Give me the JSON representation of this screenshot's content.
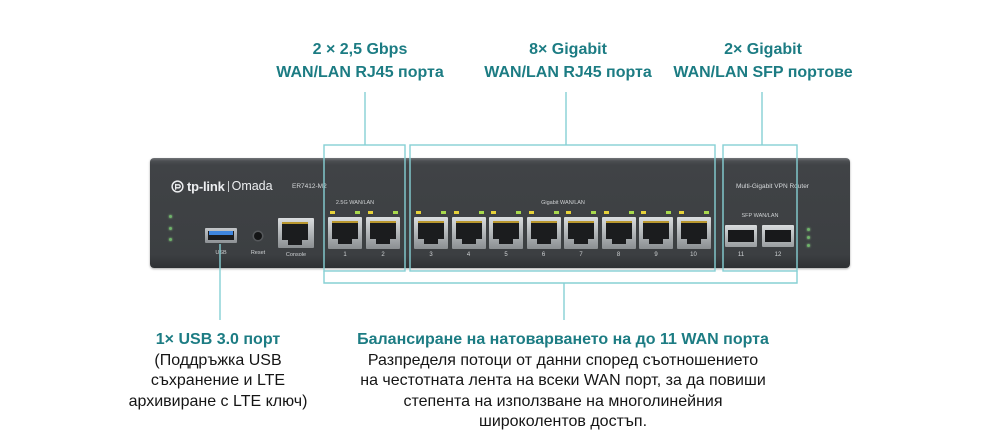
{
  "callouts": {
    "ports_2_5g": {
      "line1": "2 × 2,5 Gbps",
      "line2": "WAN/LAN RJ45 порта"
    },
    "ports_gigabit": {
      "line1": "8× Gigabit",
      "line2": "WAN/LAN RJ45 порта"
    },
    "ports_sfp": {
      "line1": "2× Gigabit",
      "line2": "WAN/LAN SFP портове"
    },
    "usb": {
      "title": "1× USB 3.0 порт",
      "lines": [
        "(Поддръжка USB",
        "съхранение и LTE",
        "архивиране с LTE ключ)"
      ]
    },
    "load_balancing": {
      "title": "Балансиране на натоварването на до 11 WAN порта",
      "lines": [
        "Разпределя потоци от данни според съотношението",
        "на честотната лента на всеки WAN порт, за да повиши",
        "степента на използване на многолинейния",
        "широколентов достъп."
      ]
    }
  },
  "device": {
    "brand": "tp-link",
    "sub_brand": "Omada",
    "model": "ER7412-M2",
    "product_type": "Multi-Gigabit VPN Router",
    "usb_label": "USB",
    "reset_label": "Reset",
    "console_label": "Console",
    "group_labels": {
      "ports_2_5g": "2.5G WAN/LAN",
      "ports_gigabit": "Gigabit WAN/LAN",
      "ports_sfp": "SFP WAN/LAN"
    },
    "port_numbers": [
      "1",
      "2",
      "3",
      "4",
      "5",
      "6",
      "7",
      "8",
      "9",
      "10",
      "11",
      "12"
    ]
  },
  "colors": {
    "accent": "#1c7c83",
    "callout_line": "#86d0d4",
    "chassis": "#3e4144",
    "usb_port": "#3f86df"
  },
  "icons": [
    "tp-link-logo-icon"
  ]
}
